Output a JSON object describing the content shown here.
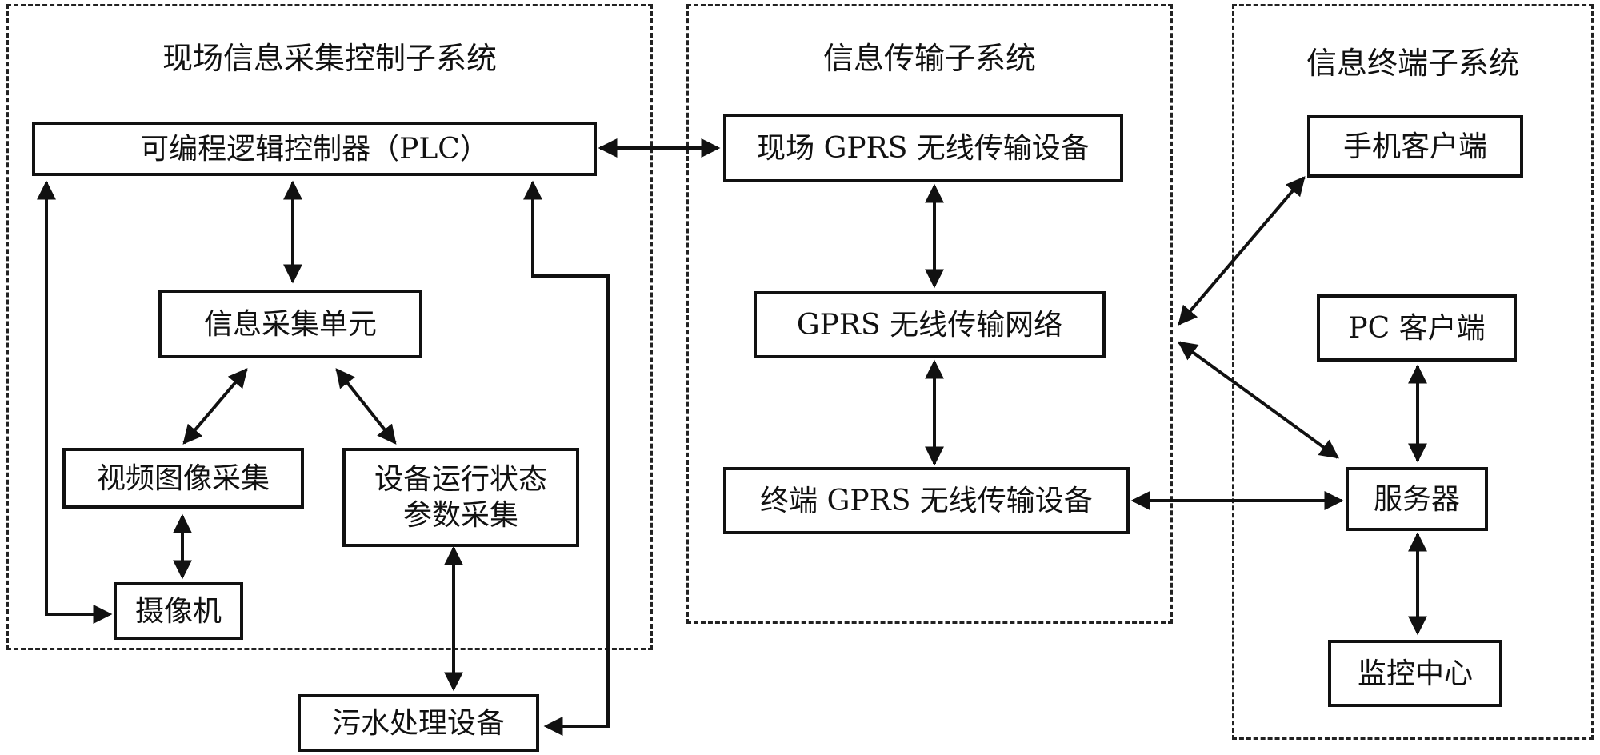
{
  "groups": {
    "field": {
      "title": "现场信息采集控制子系统"
    },
    "transport": {
      "title": "信息传输子系统"
    },
    "terminal": {
      "title": "信息终端子系统"
    }
  },
  "nodes": {
    "plc": "可编程逻辑控制器（PLC）",
    "collect_unit": "信息采集单元",
    "video": "视频图像采集",
    "status_line1": "设备运行状态",
    "status_line2": "参数采集",
    "camera": "摄像机",
    "sewage": "污水处理设备",
    "field_gprs": "现场 GPRS 无线传输设备",
    "gprs_net": "GPRS 无线传输网络",
    "term_gprs": "终端 GPRS 无线传输设备",
    "mobile": "手机客户端",
    "pc": "PC 客户端",
    "server": "服务器",
    "monitor": "监控中心"
  },
  "colors": {
    "line": "#111111",
    "dash": "#222222"
  }
}
